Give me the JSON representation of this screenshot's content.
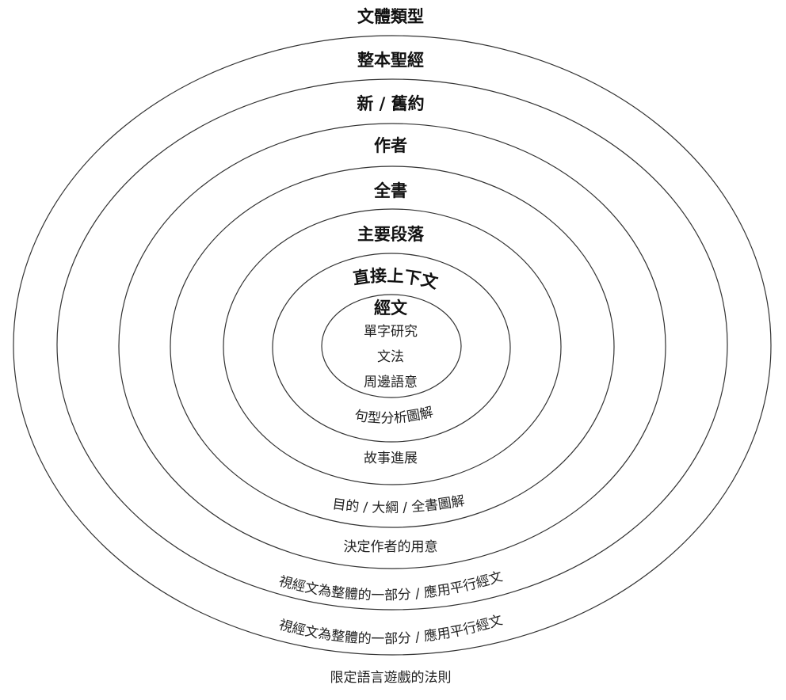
{
  "labels": {
    "outer_top": "文體類型",
    "whole_bible": "整本聖經",
    "testament": "新 / 舊約",
    "author": "作者",
    "whole_book": "全書",
    "main_section": "主要段落",
    "immediate_context": "直接上下文",
    "text": "經文",
    "word_study": "單字研究",
    "grammar": "文法",
    "semantic_range": "周邊語意",
    "sentence_diagram": "句型分析圖解",
    "story_progress": "故事進展",
    "purpose_outline": "目的 / 大綱 / 全書圖解",
    "author_intent": "決定作者的用意",
    "parallel_1": "視經文為整體的一部分 / 應用平行經文",
    "parallel_2": "視經文為整體的一部分 / 應用平行經文",
    "language_game": "限定語言遊戲的法則"
  }
}
